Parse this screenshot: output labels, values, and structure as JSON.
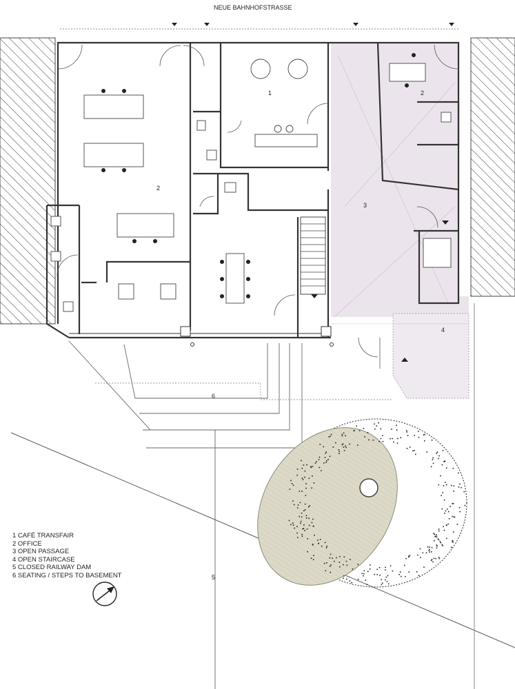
{
  "street_name": "NEUE BAHNHOFSTRASSE",
  "room_labels": {
    "cafe": "1",
    "office_left": "2",
    "office_right": "2",
    "passage": "3",
    "staircase": "4",
    "dam": "5",
    "seating": "6"
  },
  "legend": [
    "1 CAFÉ TRANSFAIR",
    "2 OFFICE",
    "3 OPEN PASSAGE",
    "4 OPEN STAIRCASE",
    "5 CLOSED RAILWAY DAM",
    "6 SEATING / STEPS TO BASEMENT"
  ],
  "colors": {
    "passage_fill": "#ece4ec",
    "plaza_fill": "#d9d6c4",
    "wall": "#333333",
    "hatch": "#555555"
  },
  "icons": [
    "north-arrow-icon",
    "entrance-marker-icon"
  ]
}
